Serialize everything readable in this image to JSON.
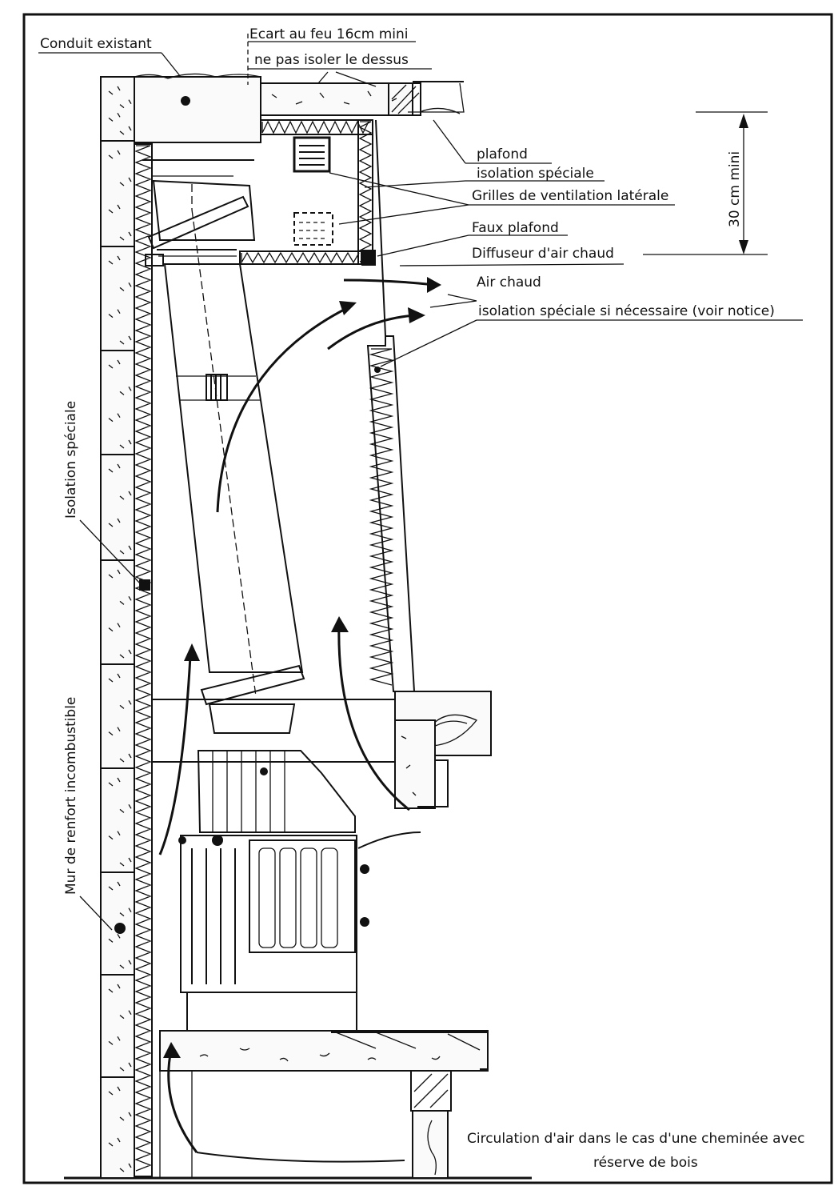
{
  "labels": {
    "conduit_existant": "Conduit existant",
    "ecart_au_feu": "Ecart au feu 16cm mini",
    "ne_pas_isoler": "ne pas isoler le dessus",
    "plafond": "plafond",
    "isolation_speciale_top": "isolation spéciale",
    "grilles_ventilation": "Grilles de ventilation latérale",
    "faux_plafond": "Faux plafond",
    "diffuseur_air_chaud": "Diffuseur d'air chaud",
    "air_chaud": "Air chaud",
    "isolation_si_necessaire": "isolation spéciale si nécessaire (voir notice)",
    "dim_30cm": "30 cm mini",
    "isolation_speciale_left": "Isolation spéciale",
    "mur_de_renfort": "Mur de renfort incombustible",
    "circulation_line1": "Circulation d'air dans le cas d'une cheminée avec",
    "circulation_line2": "réserve de bois"
  },
  "colors": {
    "ink": "#111111",
    "paper": "#ffffff"
  }
}
